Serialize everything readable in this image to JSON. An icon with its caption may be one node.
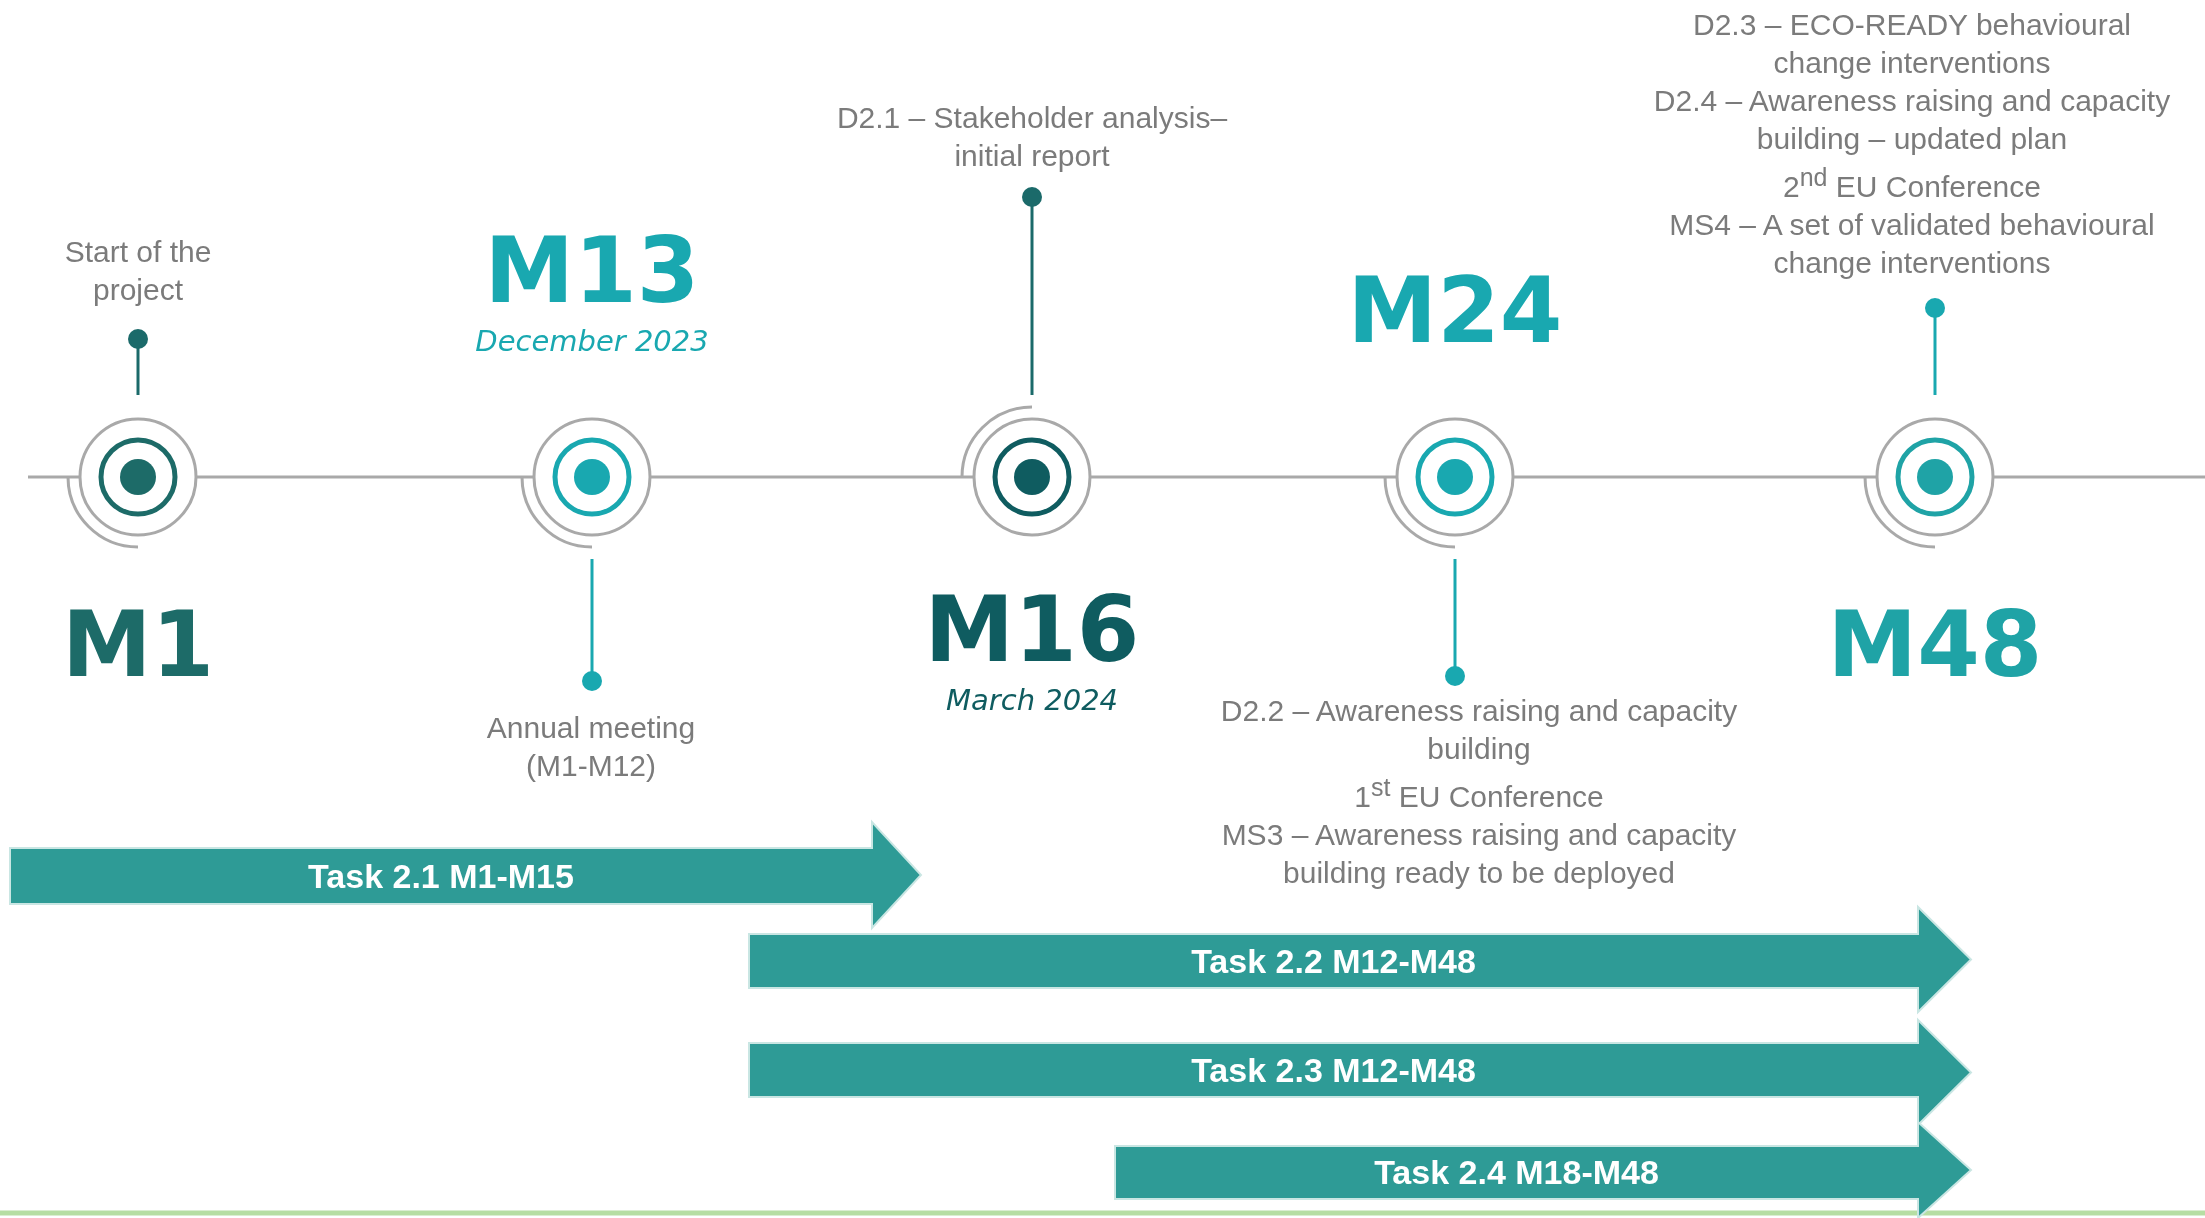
{
  "diagram": {
    "nodes": [
      {
        "text": [],
        "shape": "circle",
        "beside": [
          "M1"
        ]
      },
      {
        "text": [],
        "shape": "circle",
        "beside": [
          "M13",
          "December 2023"
        ]
      },
      {
        "text": [],
        "shape": "circle",
        "beside": [
          "M16",
          "March 2024"
        ]
      },
      {
        "text": [],
        "shape": "circle",
        "beside": [
          "M24"
        ]
      },
      {
        "text": [],
        "shape": "circle",
        "beside": [
          "M48"
        ]
      },
      {
        "text": [
          "Start of the project"
        ]
      },
      {
        "text": [
          "Annual meeting (M1-M12)"
        ]
      },
      {
        "text": [
          "D2.1 – Stakeholder analysis– initial report"
        ]
      },
      {
        "text": [
          "D2.2 – Awareness raising and capacity building",
          "1$^{st}$ EU Conference",
          "MS3 – Awareness raising and capacity building ready to be deployed"
        ]
      },
      {
        "text": [
          "D2.3 – ECO-READY behavioural change interventions",
          "D2.4 – Awareness raising and capacity building – updated plan",
          "2$^{nd}$ EU Conference",
          "MS4 – A set of validated behavioural change interventions"
        ]
      },
      {
        "text": [
          "Task 2.1 M1-M15"
        ]
      },
      {
        "text": [
          "Task 2.2 M12-M48"
        ]
      },
      {
        "text": [
          "Task 2.3 M12-M48"
        ]
      },
      {
        "text": [
          "Task 2.4 M18-M48"
        ]
      }
    ],
    "edges": [
      {
        "from": 0,
        "to": 5,
        "arrow": "other",
        "color": "#1b6a6a"
      },
      {
        "from": 1,
        "to": 6,
        "arrow": "other"
      },
      {
        "from": 2,
        "to": 7,
        "arrow": "other",
        "color": "#1b6a6a"
      },
      {
        "from": 3,
        "to": 8,
        "arrow": "other"
      },
      {
        "from": 4,
        "to": 9,
        "arrow": "other"
      }
    ]
  }
}
